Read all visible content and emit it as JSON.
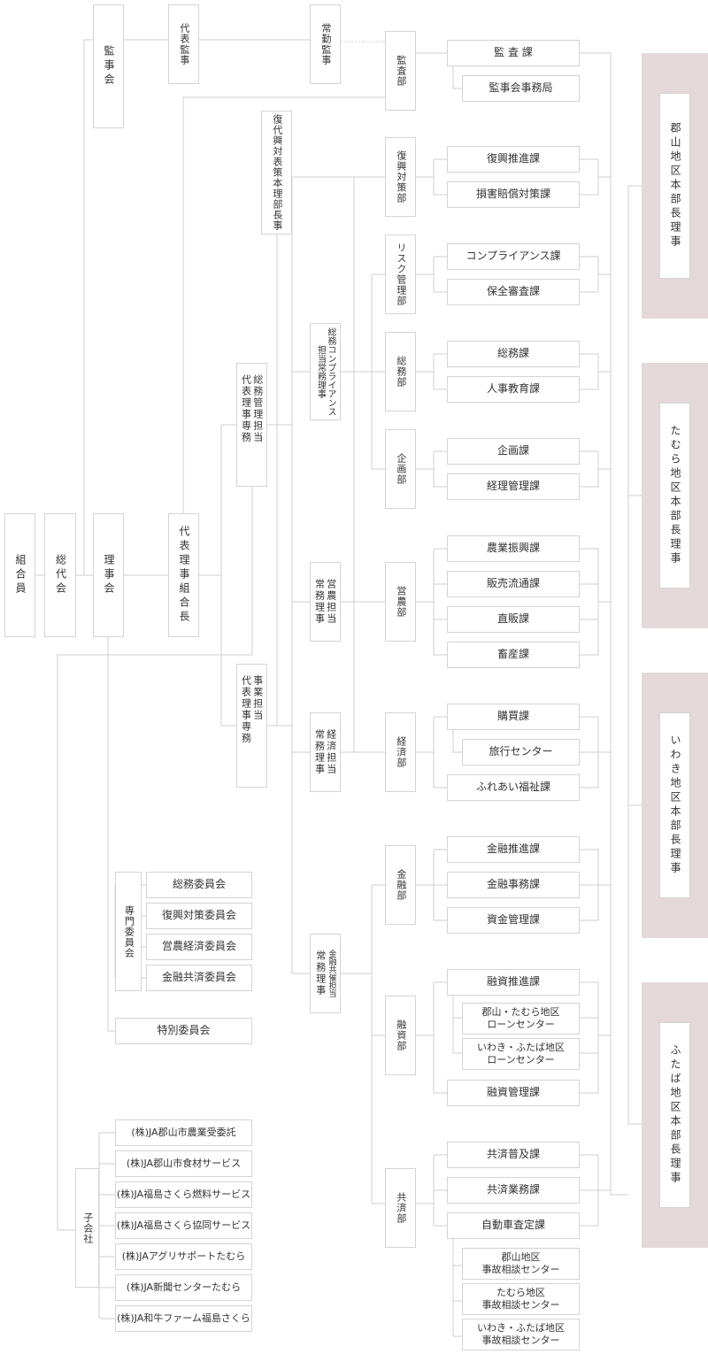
{
  "members": "組合員",
  "delegates": "総代会",
  "board": "理事会",
  "audit_board": "監事会",
  "rep_auditor": "代表監事",
  "fulltime_auditor": "常勤監事",
  "president": "代表理事組合長",
  "recovery_director": {
    "col1": "復代興対表策本理部長事",
    "col2": ""
  },
  "general_director": {
    "col1": "代表理事専務",
    "col2": "総務管理担当"
  },
  "business_director": {
    "col1": "代表理事専務",
    "col2": "事業担当"
  },
  "compliance_director": {
    "col1": "総務コンプライアンス担当常務理事"
  },
  "agri_director": {
    "col1": "常務理事",
    "col2": "営農担当"
  },
  "econ_director": {
    "col1": "常務理事",
    "col2": "経済担当"
  },
  "finance_director": {
    "col1": "常務理事",
    "col2": "金融共催担当"
  },
  "departments": {
    "audit": "監査部",
    "recovery": "復興対策部",
    "risk": "リスク管理部",
    "general": "総務部",
    "planning": "企画部",
    "agri": "営農部",
    "econ": "経済部",
    "finance": "金融部",
    "loan": "融資部",
    "mutual": "共済部"
  },
  "sections": {
    "audit_sec": "監 査 課",
    "audit_office": "監事会事務局",
    "recovery_promo": "復興推進課",
    "damage": "損害賠償対策課",
    "compliance": "コンプライアンス課",
    "security": "保全審査課",
    "general_sec": "総務課",
    "hr": "人事教育課",
    "planning_sec": "企画課",
    "accounting": "経理管理課",
    "agri_promo": "農業振興課",
    "sales": "販売流通課",
    "direct": "直販課",
    "livestock": "畜産課",
    "purchase": "購買課",
    "travel": "旅行センター",
    "welfare": "ふれあい福祉課",
    "fin_promo": "金融推進課",
    "fin_admin": "金融事務課",
    "funds": "資金管理課",
    "loan_promo": "融資推進課",
    "loan_center1": "郡山・たむら地区\nローンセンター",
    "loan_center2": "いわき・ふたば地区\nローンセンター",
    "loan_mgmt": "融資管理課",
    "mutual_promo": "共済普及課",
    "mutual_admin": "共済業務課",
    "auto_claims": "自動車査定課",
    "accident1": "郡山地区\n事故相談センター",
    "accident2": "たむら地区\n事故相談センター",
    "accident3": "いわき・ふたば地区\n事故相談センター"
  },
  "committees_label": "専門委員会",
  "committees": [
    "総務委員会",
    "復興対策委員会",
    "営農経済委員会",
    "金融共済委員会"
  ],
  "special_committee": "特別委員会",
  "subsidiaries_label": "子会社",
  "subsidiaries": [
    "(株)JA郡山市農業受委託",
    "(株)JA郡山市食材サービス",
    "(株)JA福島さくら燃料サービス",
    "(株)JA福島さくら協同サービス",
    "(株)JAアグリサポートたむら",
    "(株)JA新聞センターたむら",
    "(株)JA和牛ファーム福島さくら"
  ],
  "regions": [
    "郡山地区本部長理事",
    "たむら地区本部長理事",
    "いわき地区本部長理事",
    "ふたば地区本部長理事"
  ],
  "colors": {
    "line": "#cfcfcf",
    "border": "#d4d4d4",
    "panel": "#e4d8da",
    "text": "#333333"
  }
}
